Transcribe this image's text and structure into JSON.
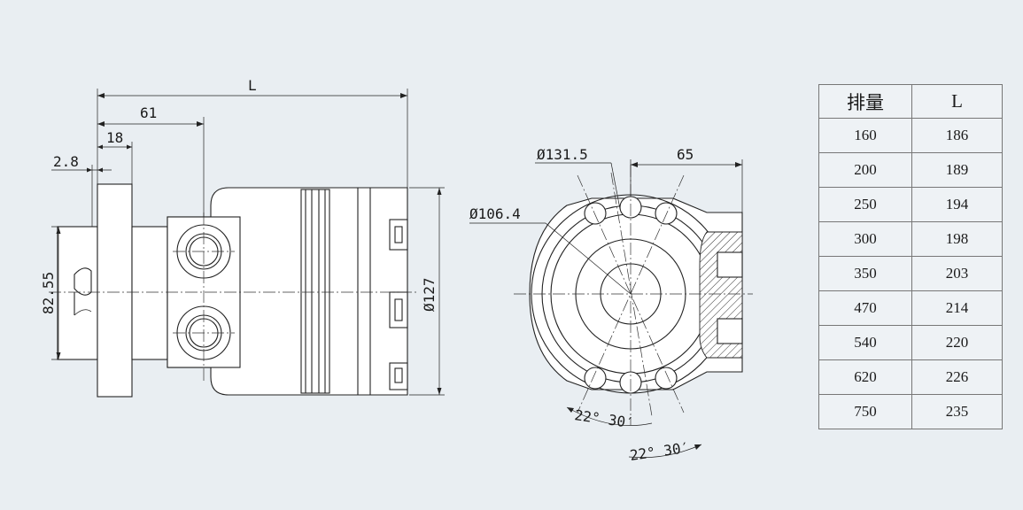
{
  "dimensions": {
    "length": "L",
    "d61": "61",
    "d18": "18",
    "d2_8": "2.8",
    "d82_55": "82.55",
    "d127": "Ø127",
    "d131_5": "Ø131.5",
    "d106_4": "Ø106.4",
    "d65": "65",
    "angle_a": "22° 30′",
    "angle_b": "22° 30′"
  },
  "table": {
    "headers": [
      "排量",
      "L"
    ],
    "rows": [
      [
        "160",
        "186"
      ],
      [
        "200",
        "189"
      ],
      [
        "250",
        "194"
      ],
      [
        "300",
        "198"
      ],
      [
        "350",
        "203"
      ],
      [
        "470",
        "214"
      ],
      [
        "540",
        "220"
      ],
      [
        "620",
        "226"
      ],
      [
        "750",
        "235"
      ]
    ]
  }
}
